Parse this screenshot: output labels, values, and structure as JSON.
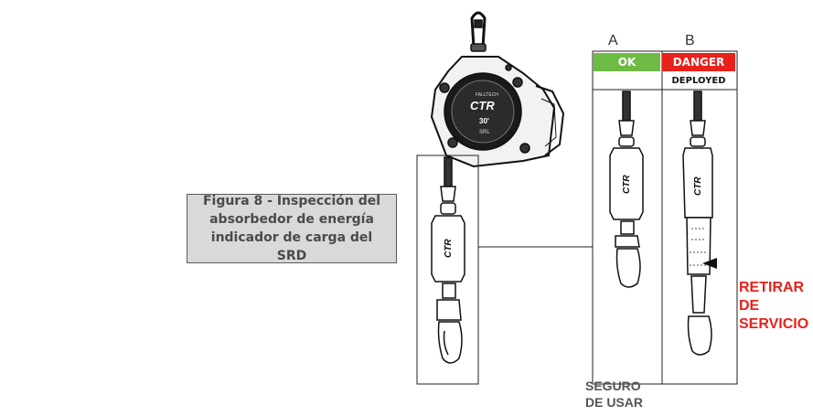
{
  "caption": "Figura 8 - Inspección del absorbedor de energía indicador de carga del SRD",
  "columns": [
    {
      "letter": "A",
      "status": "OK",
      "color": "#6dbb45"
    },
    {
      "letter": "B",
      "status": "DANGER",
      "sub_status": "DEPLOYED",
      "color": "#e8211b"
    }
  ],
  "device": {
    "brand": "FALLTECH",
    "model": "CTR",
    "length": "30'",
    "type": "SRL"
  },
  "labels": {
    "retirar": "RETIRAR DE SERVICIO",
    "seguro": "SEGURO DE USAR"
  }
}
